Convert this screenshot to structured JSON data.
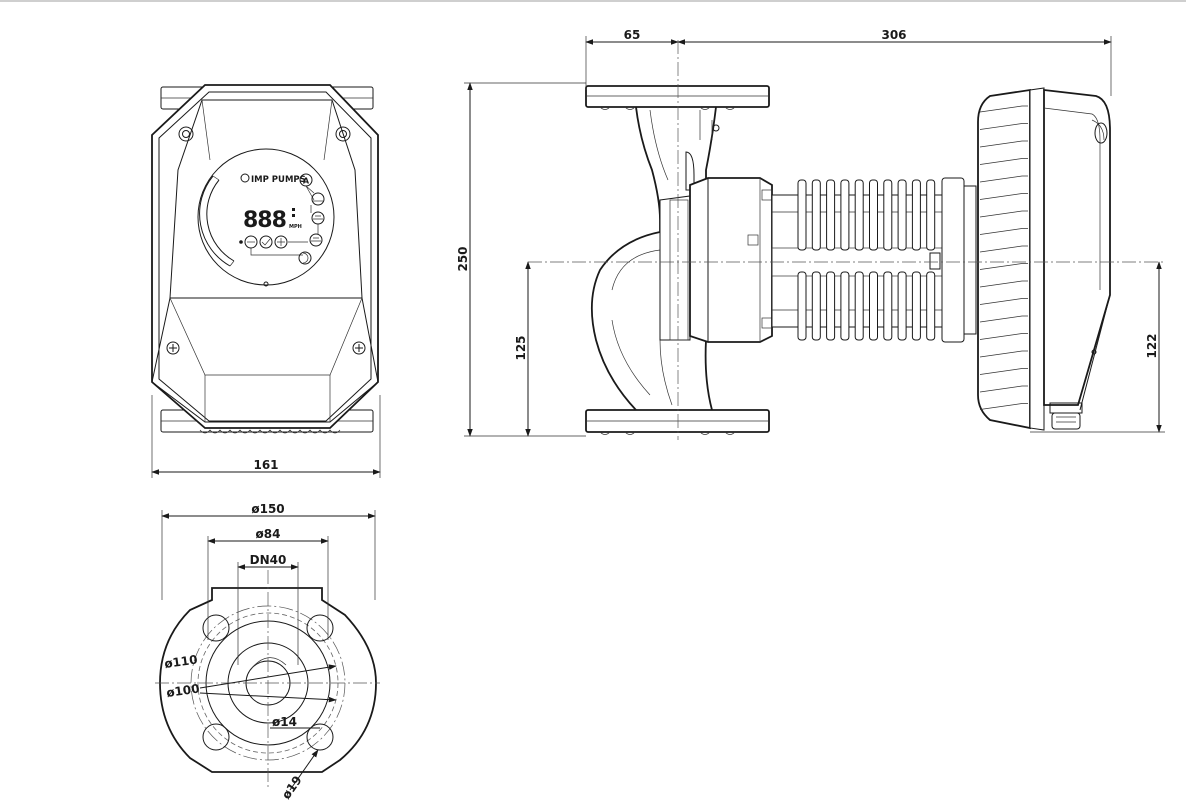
{
  "front_view": {
    "brand": "IMP PUMPS",
    "display": "888",
    "button_a": "A",
    "button_minus": "−",
    "button_plus": "+",
    "width_dim": "161"
  },
  "side_view": {
    "offset_dim": "65",
    "length_dim": "306",
    "height_dim": "250",
    "axis_height_dim": "125",
    "motor_axis_dim": "122"
  },
  "flange_view": {
    "outer_diameter": "ø150",
    "inner_diameter": "ø84",
    "nominal_size": "DN40",
    "bolt_circle_outer": "ø110",
    "bolt_circle_inner": "ø100",
    "hole_diameter": "ø14",
    "hole_slot": "ø19"
  }
}
